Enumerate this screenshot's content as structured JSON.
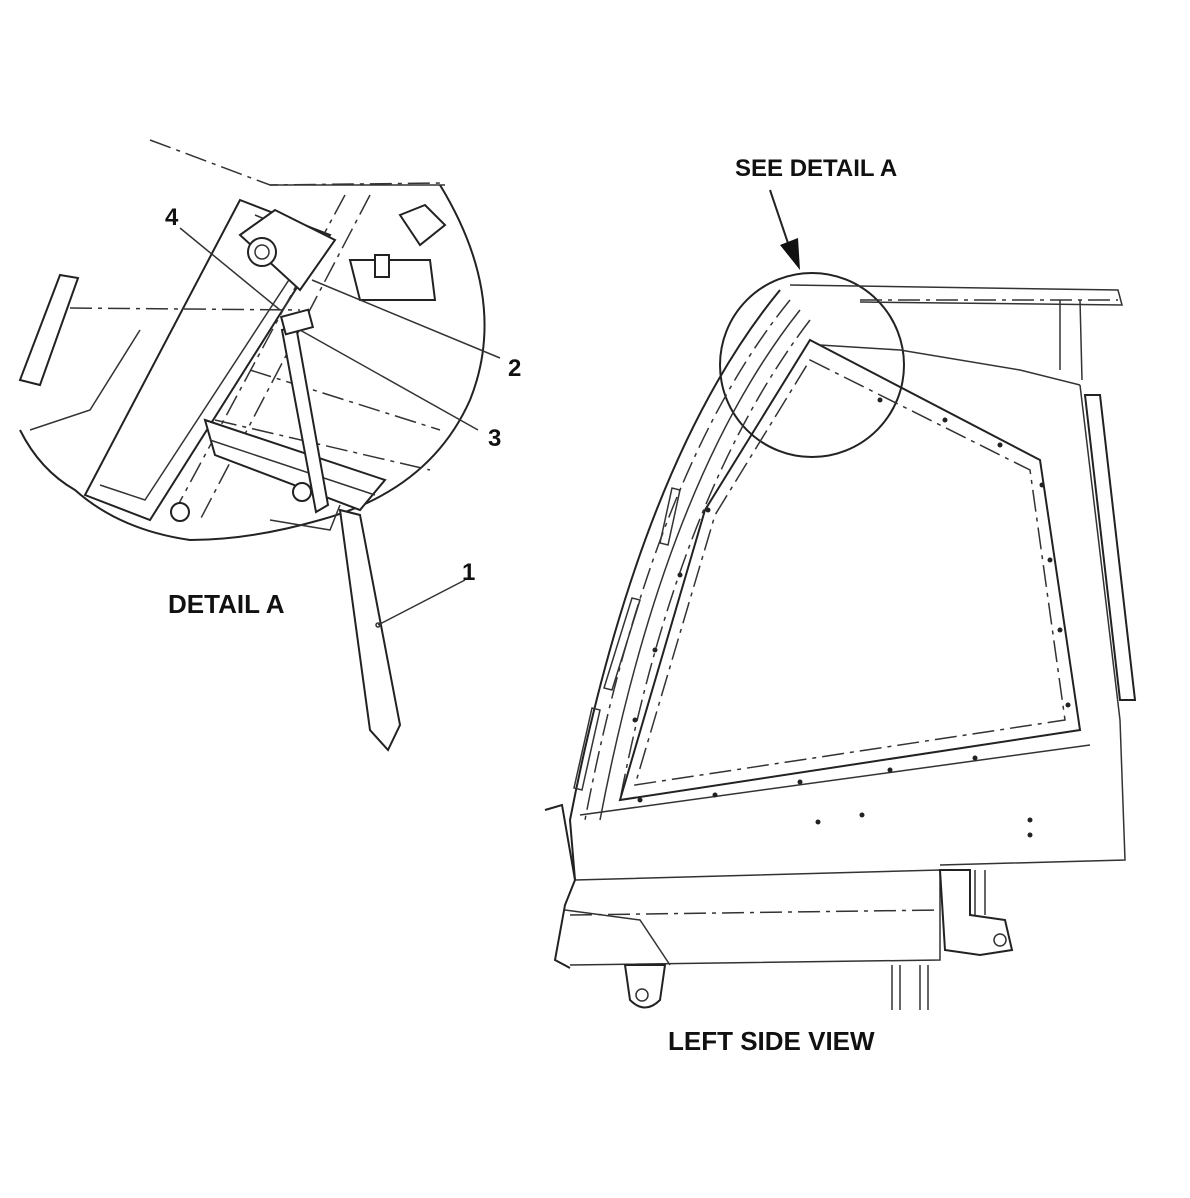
{
  "detail": {
    "title": "DETAIL A",
    "callouts": [
      "1",
      "2",
      "3",
      "4"
    ]
  },
  "main_view": {
    "title": "LEFT SIDE VIEW",
    "pointer_label": "SEE DETAIL A"
  },
  "colors": {
    "line": "#222222",
    "background": "#ffffff"
  }
}
